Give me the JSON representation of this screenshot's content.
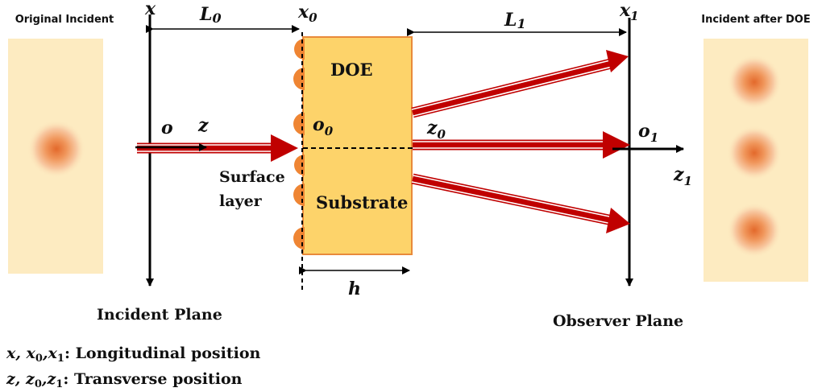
{
  "panels": {
    "original_incident": "Original Incident",
    "incident_after_doe": "Incident after DOE"
  },
  "axes": {
    "x": "x",
    "x0": "x",
    "x0_sub": "0",
    "x1": "x",
    "x1_sub": "1",
    "o": "o",
    "z": "z",
    "o0": "o",
    "o0_sub": "0",
    "z0": "z",
    "z0_sub": "0",
    "o1": "o",
    "o1_sub": "1",
    "z1": "z",
    "z1_sub": "1"
  },
  "distances": {
    "L0": "L",
    "L0_sub": "0",
    "L1": "L",
    "L1_sub": "1",
    "h": "h"
  },
  "element": {
    "doe": "DOE",
    "substrate": "Substrate",
    "surface_line1": "Surface",
    "surface_line2": "layer"
  },
  "planes": {
    "incident": "Incident Plane",
    "observer": "Observer Plane"
  },
  "legend": {
    "l1_a": "x",
    "l1_b": ", x",
    "l1_b_sub": "0",
    "l1_c": ",x",
    "l1_c_sub": "1",
    "l1_text": ": Longitudinal position",
    "l2_a": "z",
    "l2_b": ", z",
    "l2_b_sub": "0",
    "l2_c": ",z",
    "l2_c_sub": "1",
    "l2_text": ": Transverse position"
  },
  "colors": {
    "panel": "#fdebc1",
    "doe_fill": "#fdd36a",
    "doe_border": "#e98a3a",
    "lens": "#ef8533",
    "beam": "#c00000",
    "spot_core": "#e3692b"
  }
}
